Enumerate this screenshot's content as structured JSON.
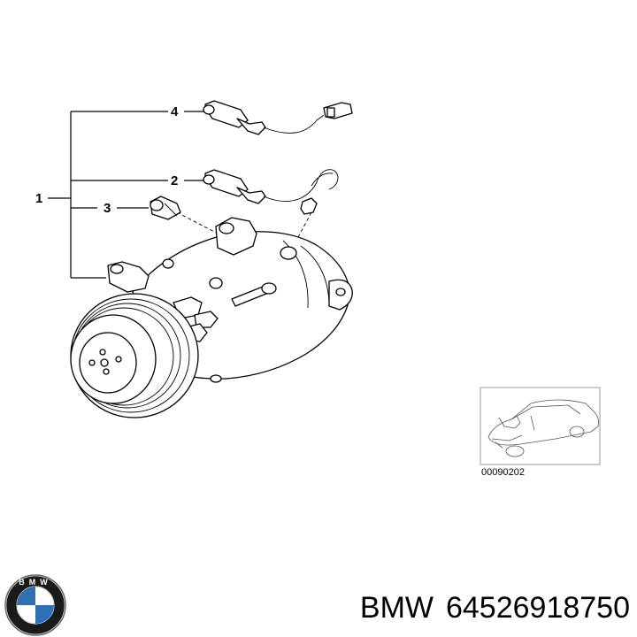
{
  "diagram": {
    "callouts": [
      "1",
      "2",
      "3",
      "4"
    ],
    "reference_code": "00090202"
  },
  "brand": {
    "logo_letters": "BMW",
    "name": "BMW",
    "part_number": "64526918750"
  },
  "colors": {
    "logo_blue": "#2f6fb4",
    "logo_ring": "#1a1a1a"
  }
}
